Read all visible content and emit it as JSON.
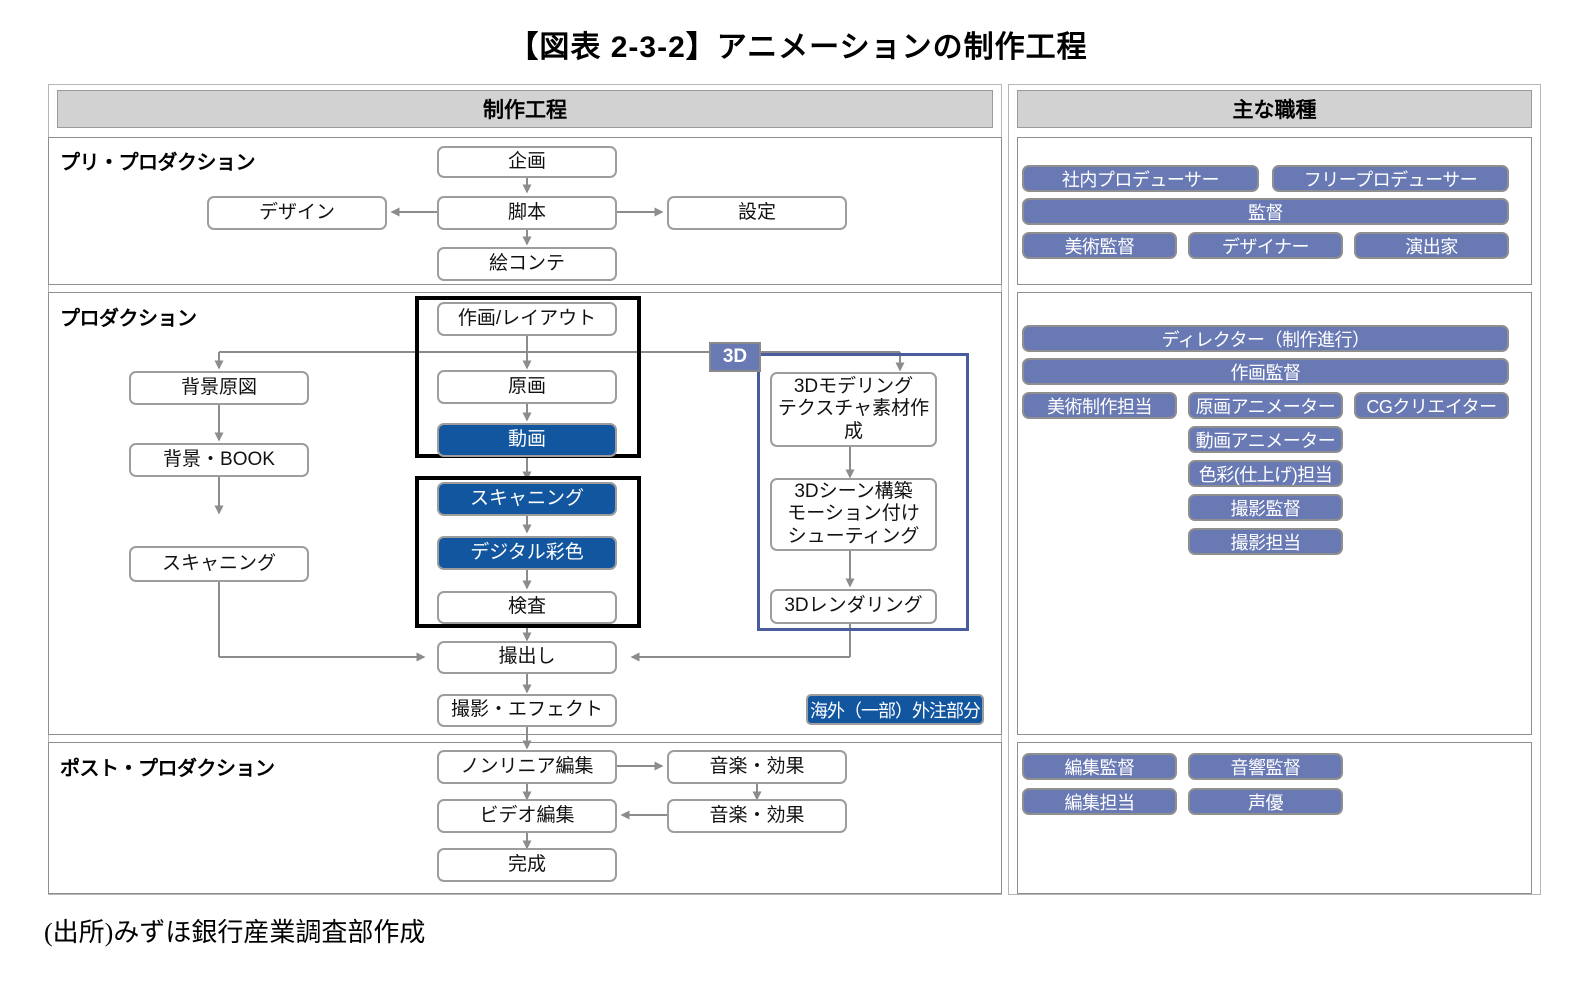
{
  "title": "【図表 2-3-2】アニメーションの制作工程",
  "columns": {
    "left_header": "制作工程",
    "right_header": "主な職種"
  },
  "sections": {
    "pre": "プリ・プロダクション",
    "prod": "プロダクション",
    "post": "ポスト・プロダクション"
  },
  "badges": {
    "threed": "3D",
    "overseas": "海外（一部）外注部分"
  },
  "colors": {
    "header_bar": "#d2d2d2",
    "node_border": "#9d9d9d",
    "highlight_blue": "#1256a0",
    "pill_blue": "#6879b4",
    "box3d_border": "#4a5ca0",
    "group_border": "#000000"
  },
  "process": {
    "pre_nodes": [
      {
        "id": "kikaku",
        "label": "企画"
      },
      {
        "id": "kyakuhon",
        "label": "脚本"
      },
      {
        "id": "design",
        "label": "デザイン"
      },
      {
        "id": "settei",
        "label": "設定"
      },
      {
        "id": "econte",
        "label": "絵コンテ"
      }
    ],
    "prod_left_nodes": [
      {
        "id": "haikei-genzu",
        "label": "背景原図"
      },
      {
        "id": "haikei-book",
        "label": "背景・BOOK"
      },
      {
        "id": "scanning-bg",
        "label": "スキャニング"
      }
    ],
    "prod_center_nodes": [
      {
        "id": "sakuga-layout",
        "label": "作画/レイアウト",
        "highlight": false
      },
      {
        "id": "genga",
        "label": "原画",
        "highlight": false
      },
      {
        "id": "douga",
        "label": "動画",
        "highlight": true
      },
      {
        "id": "scanning",
        "label": "スキャニング",
        "highlight": true
      },
      {
        "id": "digital-saishiki",
        "label": "デジタル彩色",
        "highlight": true
      },
      {
        "id": "kensa",
        "label": "検査",
        "highlight": false
      },
      {
        "id": "satsudashi",
        "label": "撮出し",
        "highlight": false
      },
      {
        "id": "satsuei-effect",
        "label": "撮影・エフェクト",
        "highlight": false
      }
    ],
    "prod_3d_nodes": [
      {
        "id": "3d-modeling",
        "label": "3Dモデリング\nテクスチャ素材作成"
      },
      {
        "id": "3d-scene",
        "label": "3Dシーン構築\nモーション付け\nシューティング"
      },
      {
        "id": "3d-rendering",
        "label": "3Dレンダリング"
      }
    ],
    "post_nodes": [
      {
        "id": "nonlinear-edit",
        "label": "ノンリニア編集"
      },
      {
        "id": "ongaku-kouka-1",
        "label": "音楽・効果"
      },
      {
        "id": "video-edit",
        "label": "ビデオ編集"
      },
      {
        "id": "ongaku-kouka-2",
        "label": "音楽・効果"
      },
      {
        "id": "kansei",
        "label": "完成"
      }
    ]
  },
  "jobs": {
    "pre": [
      {
        "id": "shanai-producer",
        "label": "社内プロデューサー"
      },
      {
        "id": "free-producer",
        "label": "フリープロデューサー"
      },
      {
        "id": "kantoku",
        "label": "監督"
      },
      {
        "id": "bijutsu-kantoku",
        "label": "美術監督"
      },
      {
        "id": "designer",
        "label": "デザイナー"
      },
      {
        "id": "enshutsuka",
        "label": "演出家"
      }
    ],
    "prod": [
      {
        "id": "director",
        "label": "ディレクター（制作進行）"
      },
      {
        "id": "sakuga-kantoku",
        "label": "作画監督"
      },
      {
        "id": "bijutsu-seisaku",
        "label": "美術制作担当"
      },
      {
        "id": "genga-animator",
        "label": "原画アニメーター"
      },
      {
        "id": "cg-creator",
        "label": "CGクリエイター"
      },
      {
        "id": "douga-animator",
        "label": "動画アニメーター"
      },
      {
        "id": "shikisai-tantou",
        "label": "色彩(仕上げ)担当"
      },
      {
        "id": "satsuei-kantoku",
        "label": "撮影監督"
      },
      {
        "id": "satsuei-tantou",
        "label": "撮影担当"
      }
    ],
    "post": [
      {
        "id": "henshu-kantoku",
        "label": "編集監督"
      },
      {
        "id": "onkyo-kantoku",
        "label": "音響監督"
      },
      {
        "id": "henshu-tantou",
        "label": "編集担当"
      },
      {
        "id": "seiyu",
        "label": "声優"
      }
    ]
  },
  "source": "(出所)みずほ銀行産業調査部作成"
}
